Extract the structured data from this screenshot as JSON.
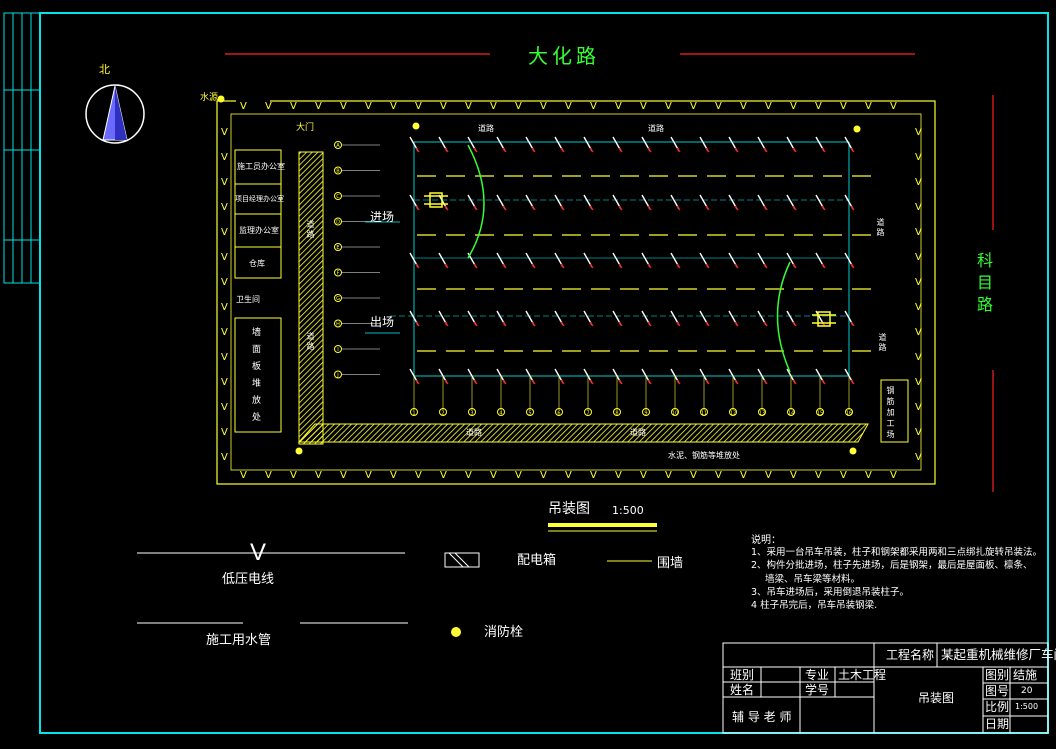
{
  "colors": {
    "background": "#000000",
    "frame": "#00e5e5",
    "yellow": "#ffff33",
    "green": "#33ff33",
    "red": "#ff2020",
    "white": "#ffffff",
    "cyan": "#00ffff"
  },
  "roads": {
    "top": "大化路",
    "right": "科目路"
  },
  "compass": {
    "label": "北"
  },
  "site": {
    "water_source": "水源",
    "entrance": "大门",
    "offices": [
      "施工员办公室",
      "项目经理办公室",
      "监理办公室",
      "仓库",
      "卫生间"
    ],
    "storage_yard": "墙面板堆放处",
    "in_label": "进场",
    "out_label": "出场",
    "road_label": "道路",
    "material_yard": "水泥、钢筋等堆放处",
    "steel_shop": "钢筋加工场",
    "bottom_axis_numbers": [
      "1",
      "2",
      "3",
      "4",
      "5",
      "6",
      "7",
      "8",
      "9",
      "10",
      "11",
      "12",
      "13",
      "14",
      "15",
      "16"
    ],
    "left_axis_letters": [
      "A",
      "B",
      "C",
      "D",
      "E",
      "F",
      "G",
      "H",
      "I",
      "J"
    ]
  },
  "drawing": {
    "title": "吊装图",
    "scale": "1:500"
  },
  "legend": {
    "low_voltage": "低压电线",
    "water_pipe": "施工用水管",
    "distribution_box": "配电箱",
    "fence": "围墙",
    "hydrant": "消防栓",
    "lv_symbol": "V"
  },
  "notes": {
    "title": "说明：",
    "items": [
      "1、采用一台吊车吊装，柱子和钢架都采用两和三点绑扎旋转吊装法。",
      "2、构件分批进场，柱子先进场，后是钢架，最后是屋面板、檩条、",
      "墙梁、吊车梁等材料。",
      "3、吊车进场后，采用倒退吊装柱子。",
      "4 柱子吊完后，吊车吊装钢梁."
    ]
  },
  "title_block": {
    "project_label": "工程名称",
    "project_name": "某起重机械维修厂车间",
    "class_label": "班别",
    "major_label": "专业",
    "major_value": "土木工程",
    "name_label": "姓名",
    "student_no_label": "学号",
    "teacher_label": "辅 导 老 师",
    "sheet_title": "吊装图",
    "category_label": "图别",
    "category_value": "结施",
    "number_label": "图号",
    "number_value": "20",
    "scale_label": "比例",
    "scale_value": "1:500",
    "date_label": "日期"
  }
}
